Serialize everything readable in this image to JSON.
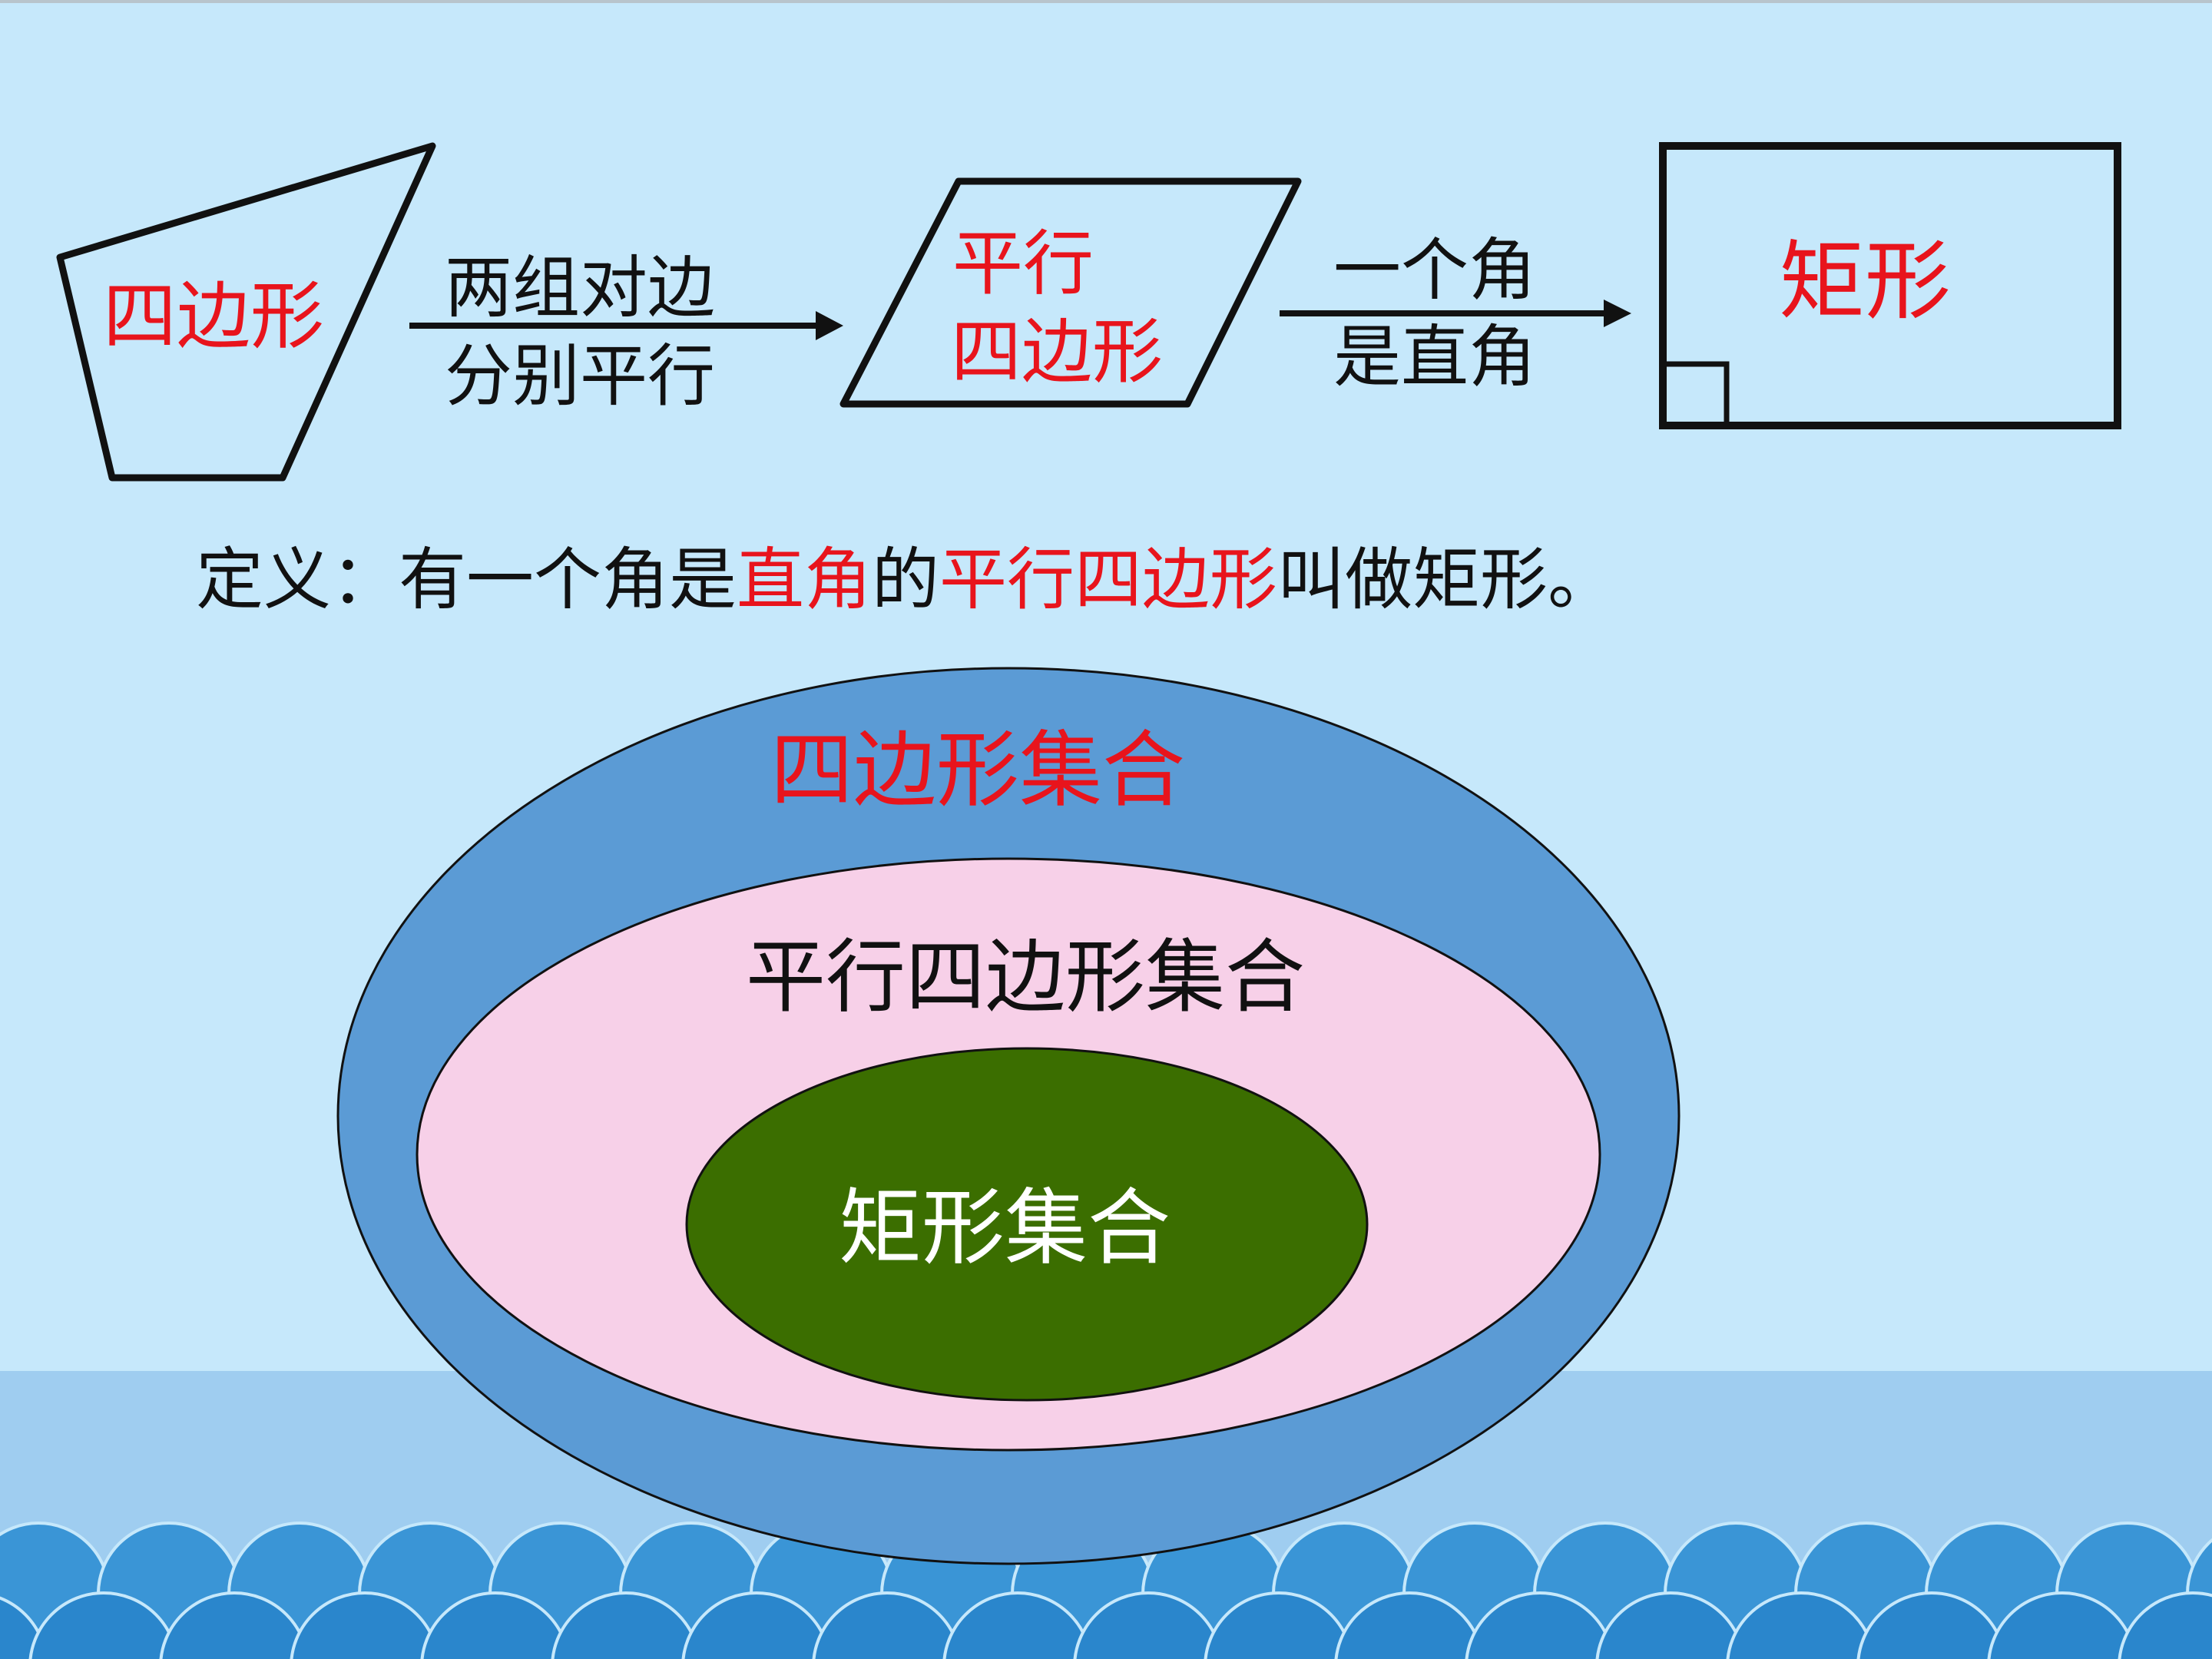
{
  "colors": {
    "background": "#c6e8fb",
    "band": "#9fcdf0",
    "waves_back": "#3a95d6",
    "waves_front": "#2a86cc",
    "red_text": "#e8141c",
    "black_text": "#111111",
    "outer_ellipse": "#5b9bd5",
    "middle_ellipse": "#f7d0e8",
    "inner_ellipse": "#3b6e00",
    "inner_text": "#ffffff"
  },
  "shapes": {
    "quadrilateral_label": "四边形",
    "parallelogram_label_line1": "平行",
    "parallelogram_label_line2": "四边形",
    "rectangle_label": "矩形"
  },
  "arrows": {
    "first_top": "两组对边",
    "first_bottom": "分别平行",
    "second_top": "一个角",
    "second_bottom": "是直角"
  },
  "definition": {
    "part1": "定义：有一个角是",
    "part2": "直角",
    "part3": "的",
    "part4": "平行四边形",
    "part5": "叫做矩形。"
  },
  "sets": {
    "outer_label": "四边形集合",
    "middle_label": "平行四边形集合",
    "inner_label": "矩形集合"
  }
}
